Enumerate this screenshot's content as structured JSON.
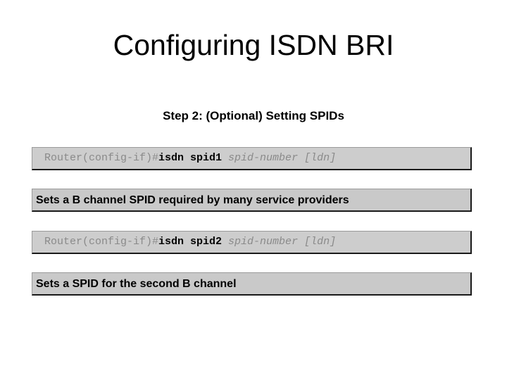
{
  "slide": {
    "title": "Configuring ISDN BRI",
    "subtitle": "Step 2: (Optional) Setting SPIDs",
    "background_color": "#ffffff",
    "title_color": "#000000"
  },
  "theme": {
    "command_box_fill": "#cdcdcd",
    "description_box_fill": "#c9c9c9",
    "box_shadow_border": "#1a1a1a",
    "box_light_border": "#9a9a9a",
    "prompt_color": "#8a8a8a",
    "keyword_color": "#000000"
  },
  "rows": [
    {
      "kind": "command",
      "prompt": "Router(config-if)#",
      "keyword": "isdn spid1",
      "argument": " spid-number",
      "optional": " [ldn]"
    },
    {
      "kind": "description",
      "text": "Sets a B channel SPID required by many service providers"
    },
    {
      "kind": "command",
      "prompt": "Router(config-if)#",
      "keyword": "isdn spid2",
      "argument": " spid-number",
      "optional": " [ldn]"
    },
    {
      "kind": "description",
      "text": "Sets a SPID for the second B channel"
    }
  ]
}
